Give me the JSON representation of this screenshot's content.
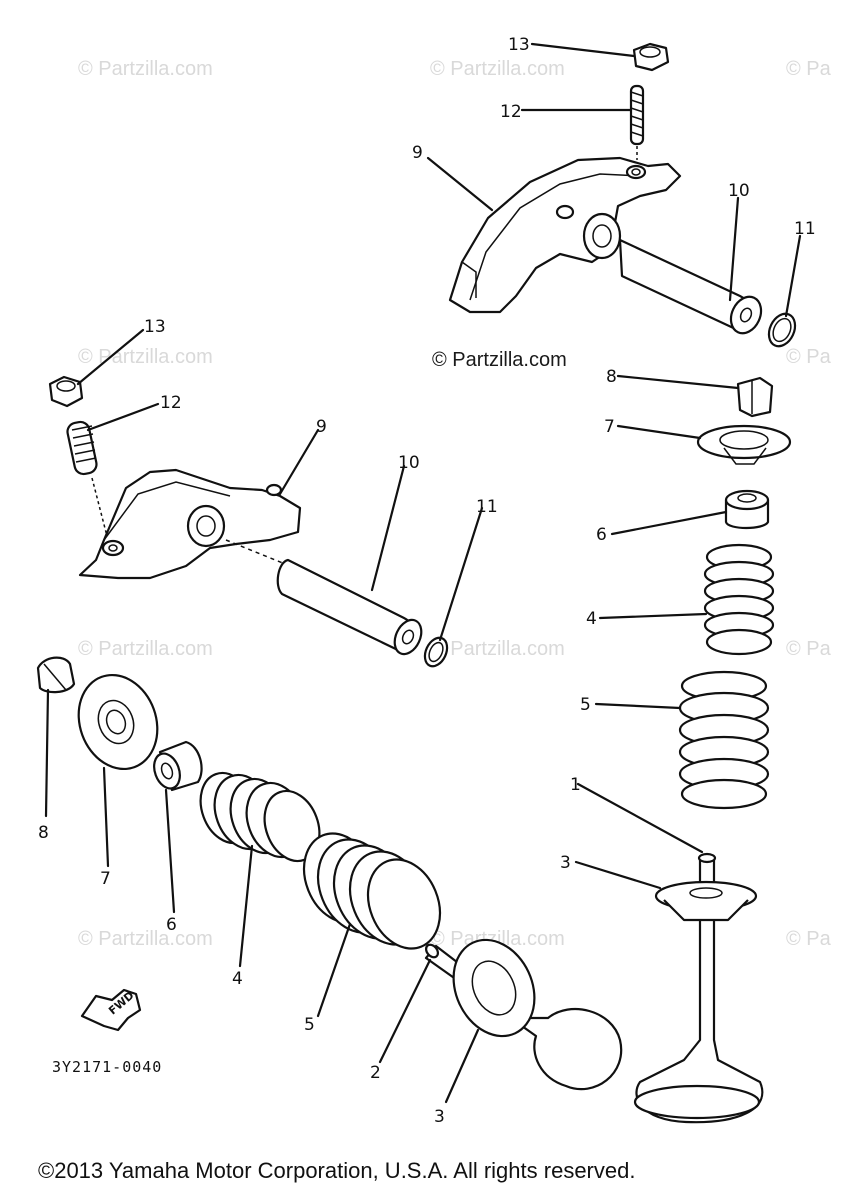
{
  "watermarks": [
    "© Partzilla.com",
    "© Partzilla.com",
    "© Pa",
    "© Partzilla.com",
    "© Pa",
    "© Partzilla.com",
    "© Partzilla.com",
    "© Pa",
    "© Partzilla.com",
    "© Partzilla.com",
    "© Pa"
  ],
  "center_watermark": "© Partzilla.com",
  "callouts": {
    "c13a": "13",
    "c12a": "12",
    "c9a": "9",
    "c10a": "10",
    "c11a": "11",
    "c13b": "13",
    "c12b": "12",
    "c9b": "9",
    "c10b": "10",
    "c11b": "11",
    "c8a": "8",
    "c7a": "7",
    "c6a": "6",
    "c4a": "4",
    "c5a": "5",
    "c1": "1",
    "c3a": "3",
    "c8b": "8",
    "c7b": "7",
    "c6b": "6",
    "c4b": "4",
    "c5b": "5",
    "c2": "2",
    "c3b": "3"
  },
  "fwd_label": "FWD",
  "part_code": "3Y2171-0040",
  "copyright": "©2013 Yamaha Motor Corporation, U.S.A. All rights reserved."
}
